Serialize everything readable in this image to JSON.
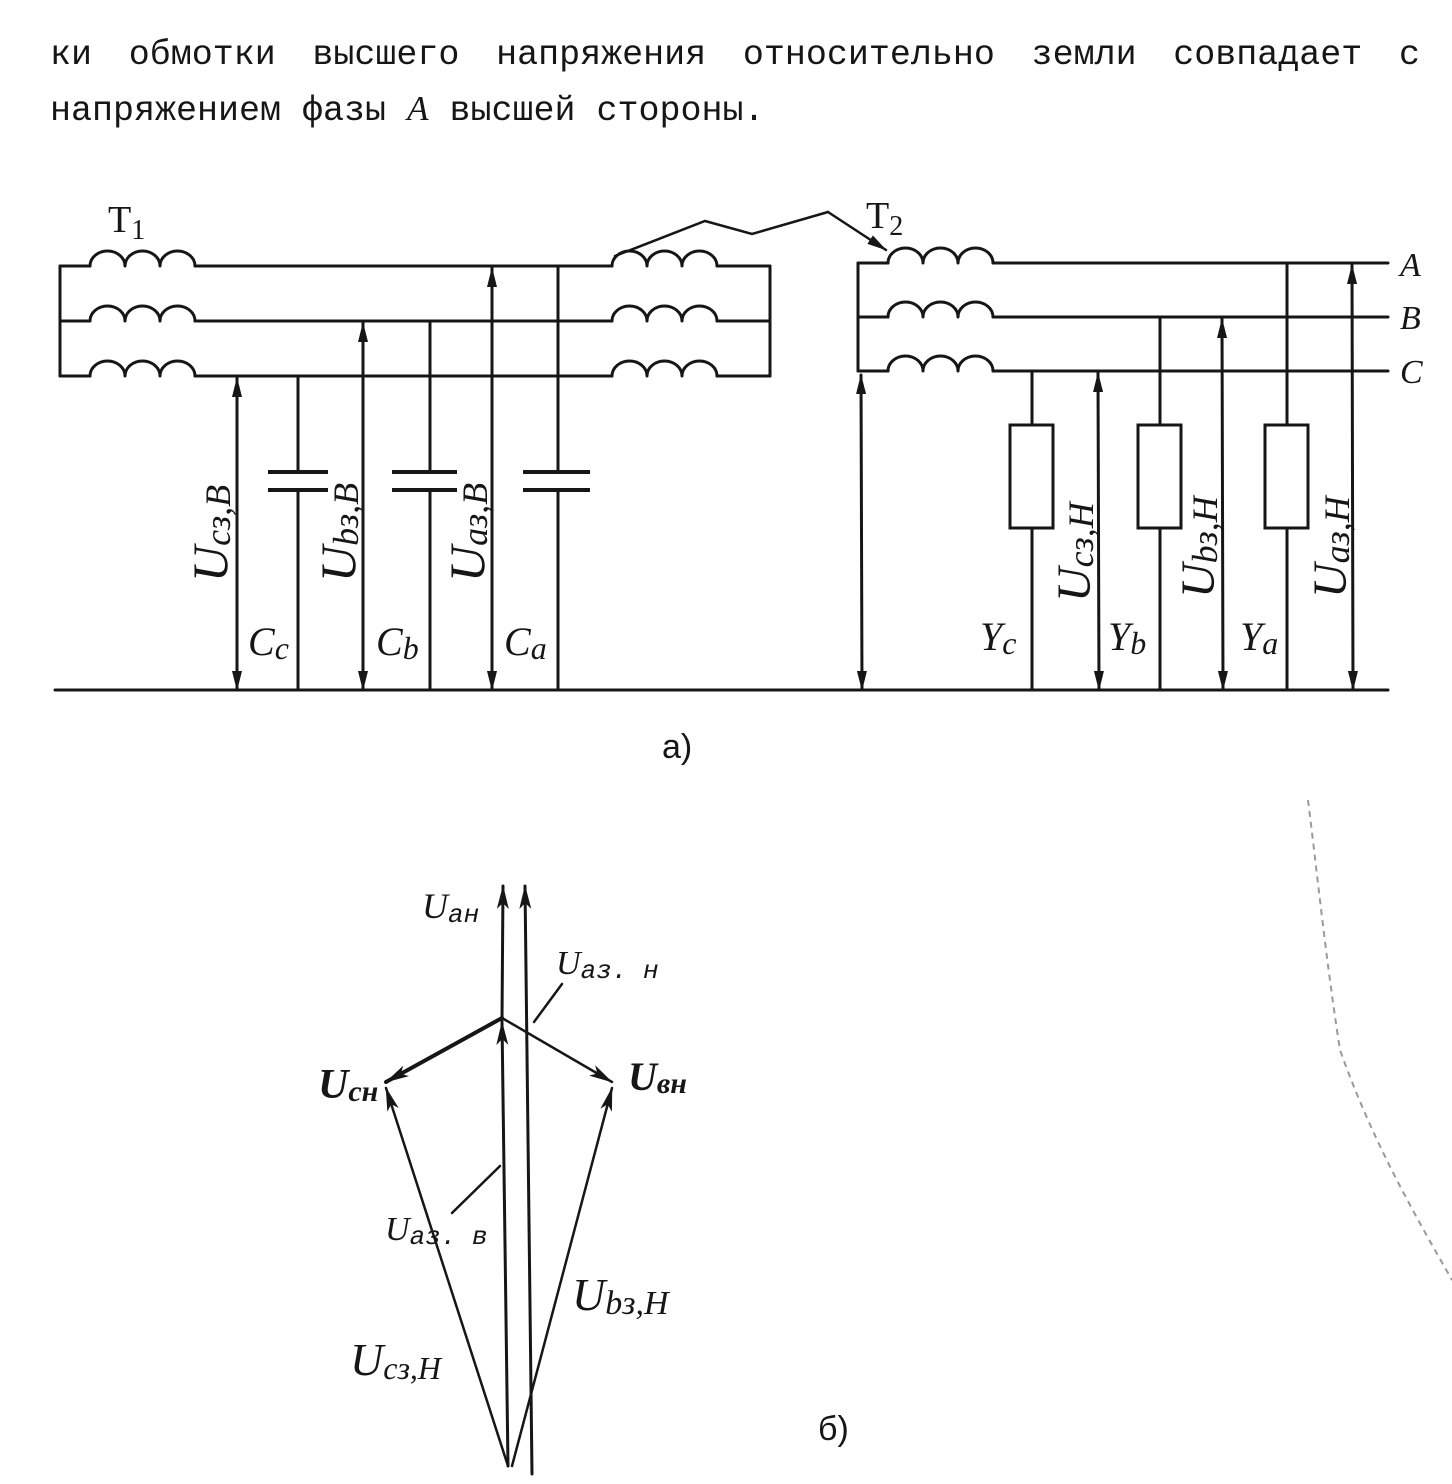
{
  "text": {
    "line1": "ки обмотки высшего напряжения относительно земли совпадает с",
    "line2_pre": "напряжением фазы ",
    "line2_phase": "A",
    "line2_post": " высшей стороны."
  },
  "figure_a": {
    "caption": "а)",
    "transformers": [
      {
        "main": "T",
        "sub": "1"
      },
      {
        "main": "T",
        "sub": "2"
      }
    ],
    "phases": [
      "A",
      "B",
      "C"
    ],
    "hv_voltages": [
      {
        "main": "U",
        "sub": "cз,В"
      },
      {
        "main": "U",
        "sub": "bз,В"
      },
      {
        "main": "U",
        "sub": "aз,В"
      }
    ],
    "capacitances": [
      {
        "main": "C",
        "sub": "c"
      },
      {
        "main": "C",
        "sub": "b"
      },
      {
        "main": "C",
        "sub": "a"
      }
    ],
    "lv_voltages": [
      {
        "main": "U",
        "sub": "cз,Н"
      },
      {
        "main": "U",
        "sub": "bз,Н"
      },
      {
        "main": "U",
        "sub": "aз,Н"
      }
    ],
    "admittances": [
      {
        "main": "Y",
        "sub": "c"
      },
      {
        "main": "Y",
        "sub": "b"
      },
      {
        "main": "Y",
        "sub": "a"
      }
    ]
  },
  "figure_b": {
    "caption": "б)",
    "phasors": {
      "u_an": {
        "main": "U",
        "sub": "ан"
      },
      "u_az_n": {
        "main": "U",
        "sub": "аз. н"
      },
      "u_cn": {
        "main": "U",
        "sub": "cн"
      },
      "u_vn": {
        "main": "U",
        "sub": "вн"
      },
      "u_az_v": {
        "main": "U",
        "sub": "аз. в"
      },
      "u_bz_n": {
        "main": "U",
        "sub": "bз,Н"
      },
      "u_cz_n": {
        "main": "U",
        "sub": "cз,Н"
      }
    }
  },
  "colors": {
    "ink": "#161616",
    "paper": "#ffffff"
  }
}
